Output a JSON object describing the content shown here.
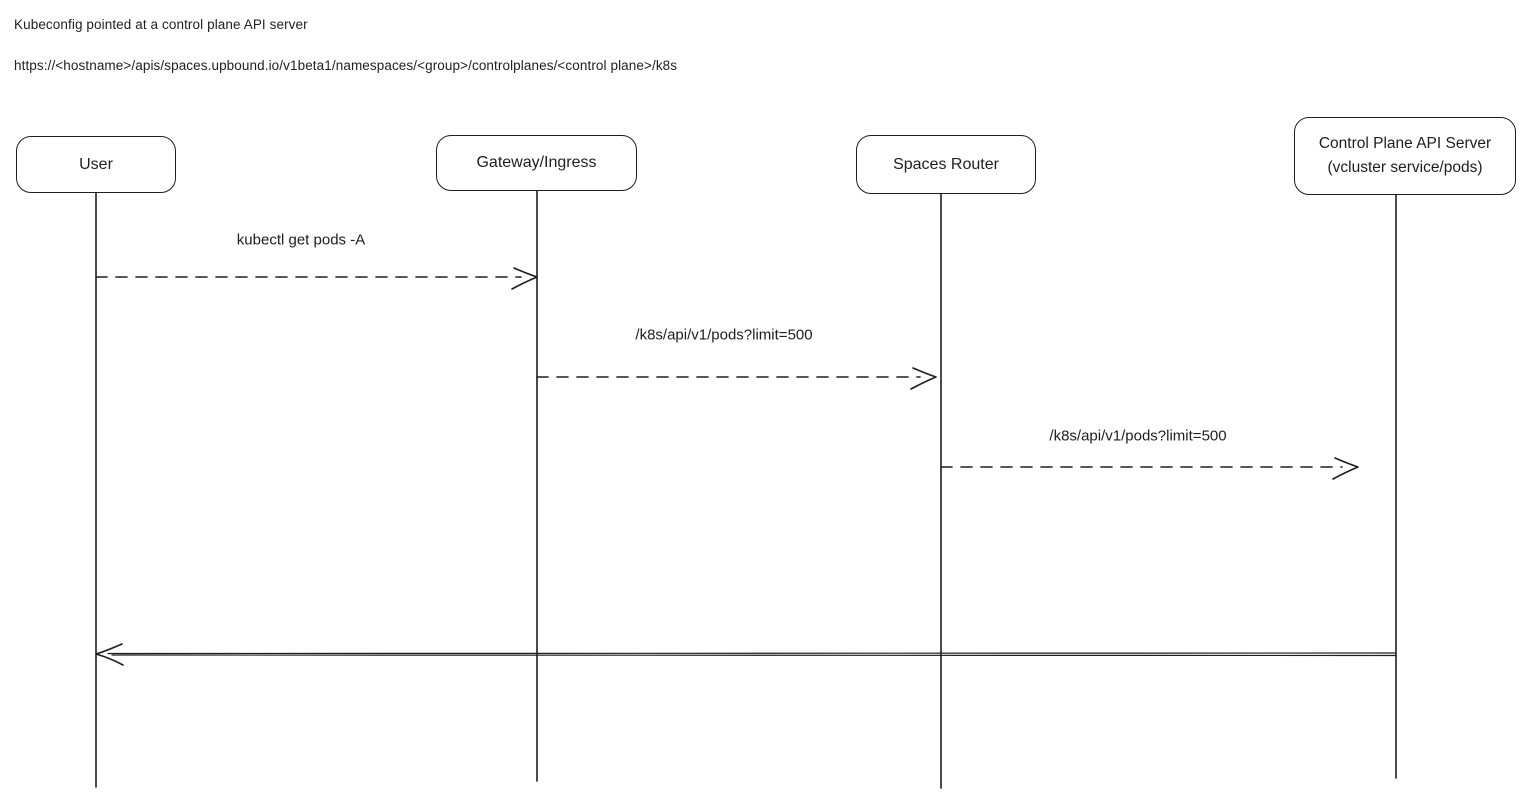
{
  "header": {
    "line1": "Kubeconfig pointed at a control plane API server",
    "line2": "https://<hostname>/apis/spaces.upbound.io/v1beta1/namespaces/<group>/controlplanes/<control plane>/k8s"
  },
  "diagram": {
    "type": "sequence-diagram",
    "style": "hand-drawn",
    "stroke_color": "#1e1e1e",
    "background_color": "#ffffff",
    "actors": [
      {
        "id": "user",
        "label": "User"
      },
      {
        "id": "gateway-ingress",
        "label": "Gateway/Ingress"
      },
      {
        "id": "spaces-router",
        "label": "Spaces Router"
      },
      {
        "id": "control-plane-api-server",
        "label": "Control Plane API Server",
        "sublabel": "(vcluster service/pods)"
      }
    ],
    "messages": [
      {
        "from": "User",
        "to": "Gateway/Ingress",
        "label": "kubectl get pods -A",
        "line_style": "dashed"
      },
      {
        "from": "Gateway/Ingress",
        "to": "Spaces Router",
        "label": "/k8s/api/v1/pods?limit=500",
        "line_style": "dashed"
      },
      {
        "from": "Spaces Router",
        "to": "Control Plane API Server",
        "label": "/k8s/api/v1/pods?limit=500",
        "line_style": "dashed"
      },
      {
        "from": "Control Plane API Server",
        "to": "User",
        "label": "",
        "line_style": "solid"
      }
    ]
  }
}
